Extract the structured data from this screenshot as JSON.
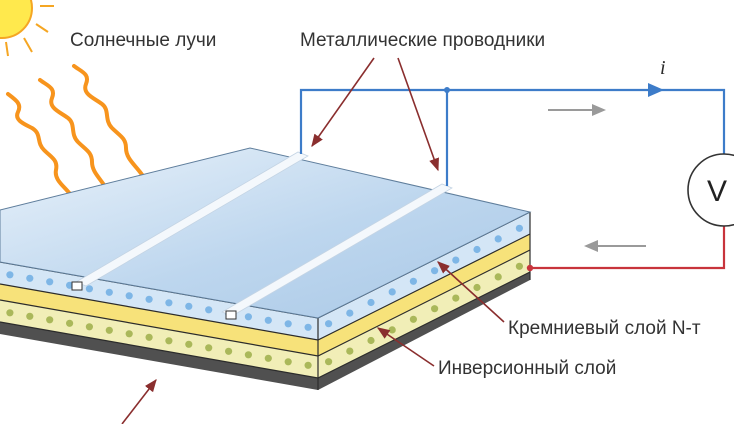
{
  "labels": {
    "sun_rays": "Солнечные лучи",
    "metal_conductors": "Металлические проводники",
    "current_symbol": "i",
    "voltmeter_symbol": "V",
    "silicon_n_layer": "Кремниевый слой N-т",
    "inversion_layer": "Инверсионный слой"
  },
  "colors": {
    "sun_fill": "#ffe94d",
    "sun_rays": "#f5a623",
    "wave_rays": "#f7941d",
    "top_surface": "#cfe0f0",
    "blue_layer": "#d4e6f6",
    "dot_blue": "#7eb6e6",
    "yellow_layer": "#f7e27a",
    "cream_layer": "#f1eeb7",
    "dot_olive": "#aab85a",
    "bottom_layer": "#505050",
    "wire_blue": "#3d7cc9",
    "wire_red": "#c8343c",
    "leader_line": "#8a2e2e",
    "flow_arrow": "#999999"
  }
}
